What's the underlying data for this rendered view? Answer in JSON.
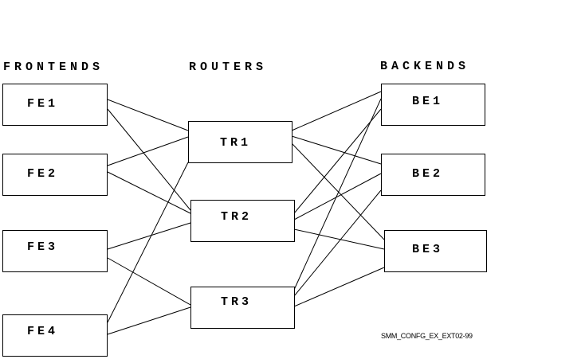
{
  "headings": {
    "frontends": "FRONTENDS",
    "routers": "ROUTERS",
    "backends": "BACKENDS"
  },
  "nodes": {
    "fe1": "FE1",
    "fe2": "FE2",
    "fe3": "FE3",
    "fe4": "FE4",
    "tr1": "TR1",
    "tr2": "TR2",
    "tr3": "TR3",
    "be1": "BE1",
    "be2": "BE2",
    "be3": "BE3"
  },
  "connections": [
    {
      "from": "FE1",
      "to": "TR1"
    },
    {
      "from": "FE1",
      "to": "TR2"
    },
    {
      "from": "FE2",
      "to": "TR1"
    },
    {
      "from": "FE2",
      "to": "TR2"
    },
    {
      "from": "FE3",
      "to": "TR2"
    },
    {
      "from": "FE3",
      "to": "TR3"
    },
    {
      "from": "FE4",
      "to": "TR1"
    },
    {
      "from": "FE4",
      "to": "TR3"
    },
    {
      "from": "TR1",
      "to": "BE1"
    },
    {
      "from": "TR1",
      "to": "BE2"
    },
    {
      "from": "TR1",
      "to": "BE3"
    },
    {
      "from": "TR2",
      "to": "BE1"
    },
    {
      "from": "TR2",
      "to": "BE2"
    },
    {
      "from": "TR2",
      "to": "BE3"
    },
    {
      "from": "TR3",
      "to": "BE1"
    },
    {
      "from": "TR3",
      "to": "BE2"
    },
    {
      "from": "TR3",
      "to": "BE3"
    }
  ],
  "caption": "SMM_CONFG_EX_EXT02-99",
  "colors": {
    "line": "#000000",
    "background": "#ffffff"
  }
}
